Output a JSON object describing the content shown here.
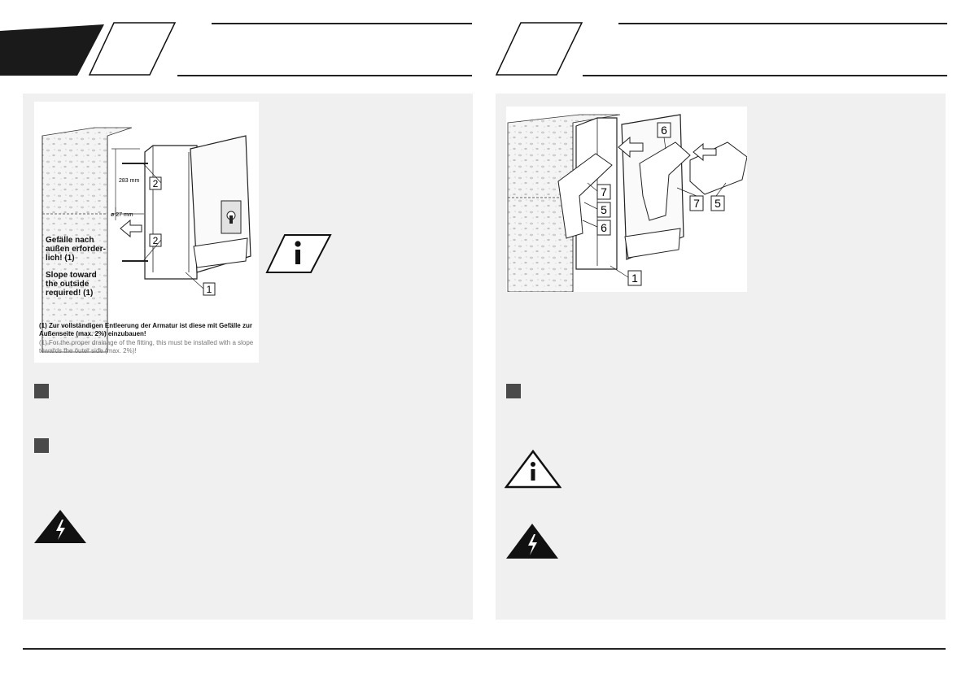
{
  "left_panel": {
    "figure": {
      "callouts": [
        "2",
        "2",
        "1"
      ],
      "dimension_283": "283 mm",
      "dimension_diameter": "ø 27 mm",
      "note_de": "Gefälle nach außen erforder- lich! (1)",
      "note_en": "Slope toward the outside required! (1)",
      "footnote_de": "(1)  Zur vollständigen Entleerung der Armatur ist diese mit Gefälle zur Außenseite (max. 2%) einzubauen!",
      "footnote_en": "(1)  For the proper drainage of the fitting, this must be installed with a slope towards the outer side (max. 2%)!"
    },
    "info_icon": "info-icon",
    "warning_icon": "electrical-hazard-icon"
  },
  "right_panel": {
    "figure": {
      "callouts": [
        "6",
        "7",
        "5",
        "6",
        "7",
        "5",
        "1"
      ]
    },
    "info_icon": "info-triangle-icon",
    "warning_icon": "electrical-hazard-icon"
  },
  "colors": {
    "panel_bg": "#f0f0f0",
    "step_square": "#4a4a4a",
    "header_tab": "#1a1a1a"
  }
}
